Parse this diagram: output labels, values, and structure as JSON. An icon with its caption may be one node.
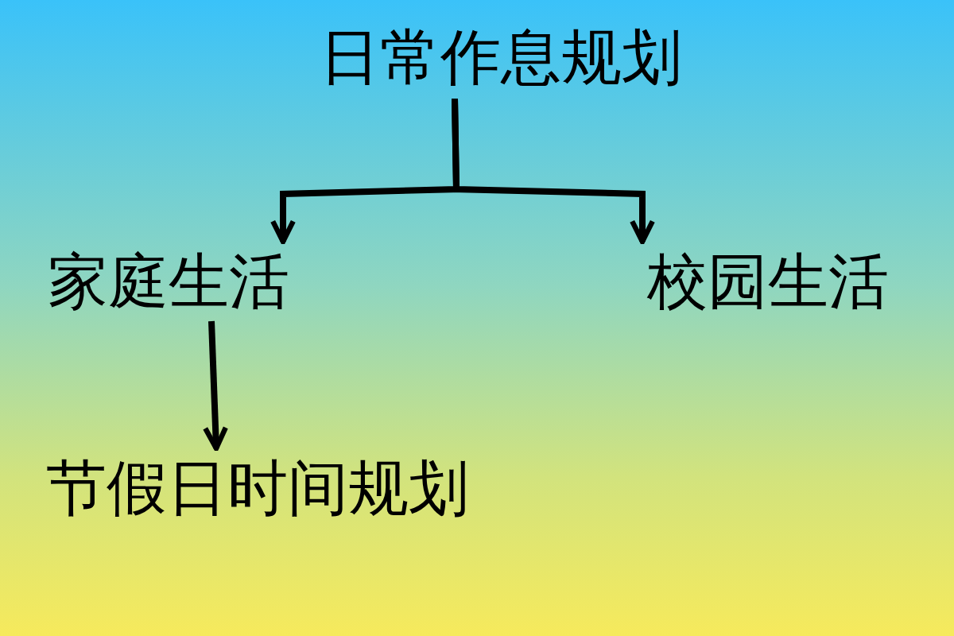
{
  "diagram": {
    "nodes": [
      {
        "text": [
          "日常作息规划"
        ]
      },
      {
        "text": [
          "家庭生活"
        ]
      },
      {
        "text": [
          "校园生活"
        ]
      },
      {
        "text": [
          "节假日时间规划"
        ]
      }
    ],
    "edges": [
      {
        "from": 0,
        "to": 1,
        "arrow": "to"
      },
      {
        "from": 0,
        "to": 2,
        "arrow": "to"
      },
      {
        "from": 1,
        "to": 3,
        "arrow": "to"
      }
    ]
  }
}
